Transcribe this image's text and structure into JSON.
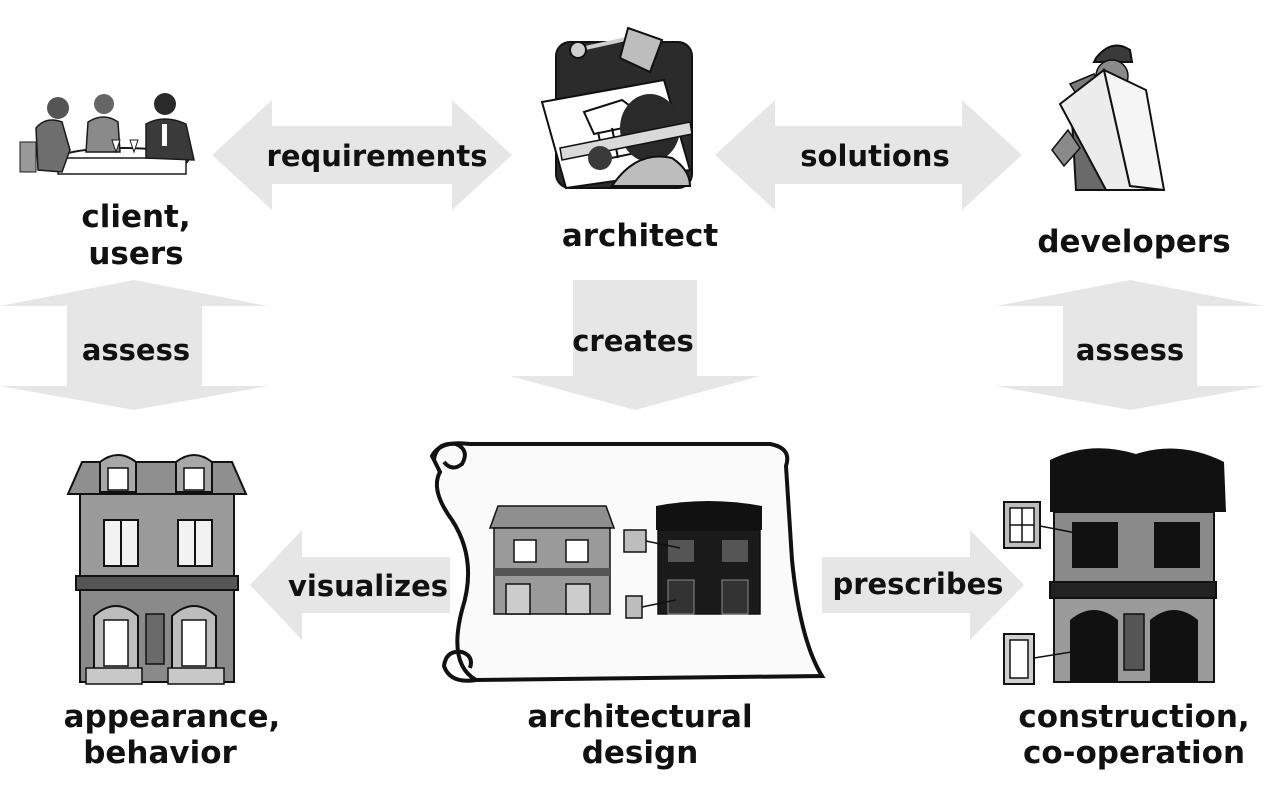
{
  "nodes": {
    "client": {
      "line1": "client,",
      "line2": "users"
    },
    "architect": {
      "label": "architect"
    },
    "developers": {
      "label": "developers"
    },
    "appearance": {
      "line1": "appearance,",
      "line2": "behavior"
    },
    "design": {
      "line1": "architectural",
      "line2": "design"
    },
    "construction": {
      "line1": "construction,",
      "line2": "co-operation"
    }
  },
  "edges": {
    "requirements": "requirements",
    "solutions": "solutions",
    "assess_left": "assess",
    "creates": "creates",
    "assess_right": "assess",
    "visualizes": "visualizes",
    "prescribes": "prescribes"
  },
  "colors": {
    "arrow_fill": "#e6e6e6",
    "text": "#111111",
    "dark": "#1a1a1a",
    "mid": "#7a7a7a",
    "light": "#bdbdbd"
  },
  "icons": {
    "client": "meeting-people-icon",
    "architect": "architect-drafting-icon",
    "developers": "construction-worker-icon",
    "appearance": "house-elevation-icon",
    "design": "blueprint-scroll-icon",
    "construction": "house-structure-icon"
  }
}
